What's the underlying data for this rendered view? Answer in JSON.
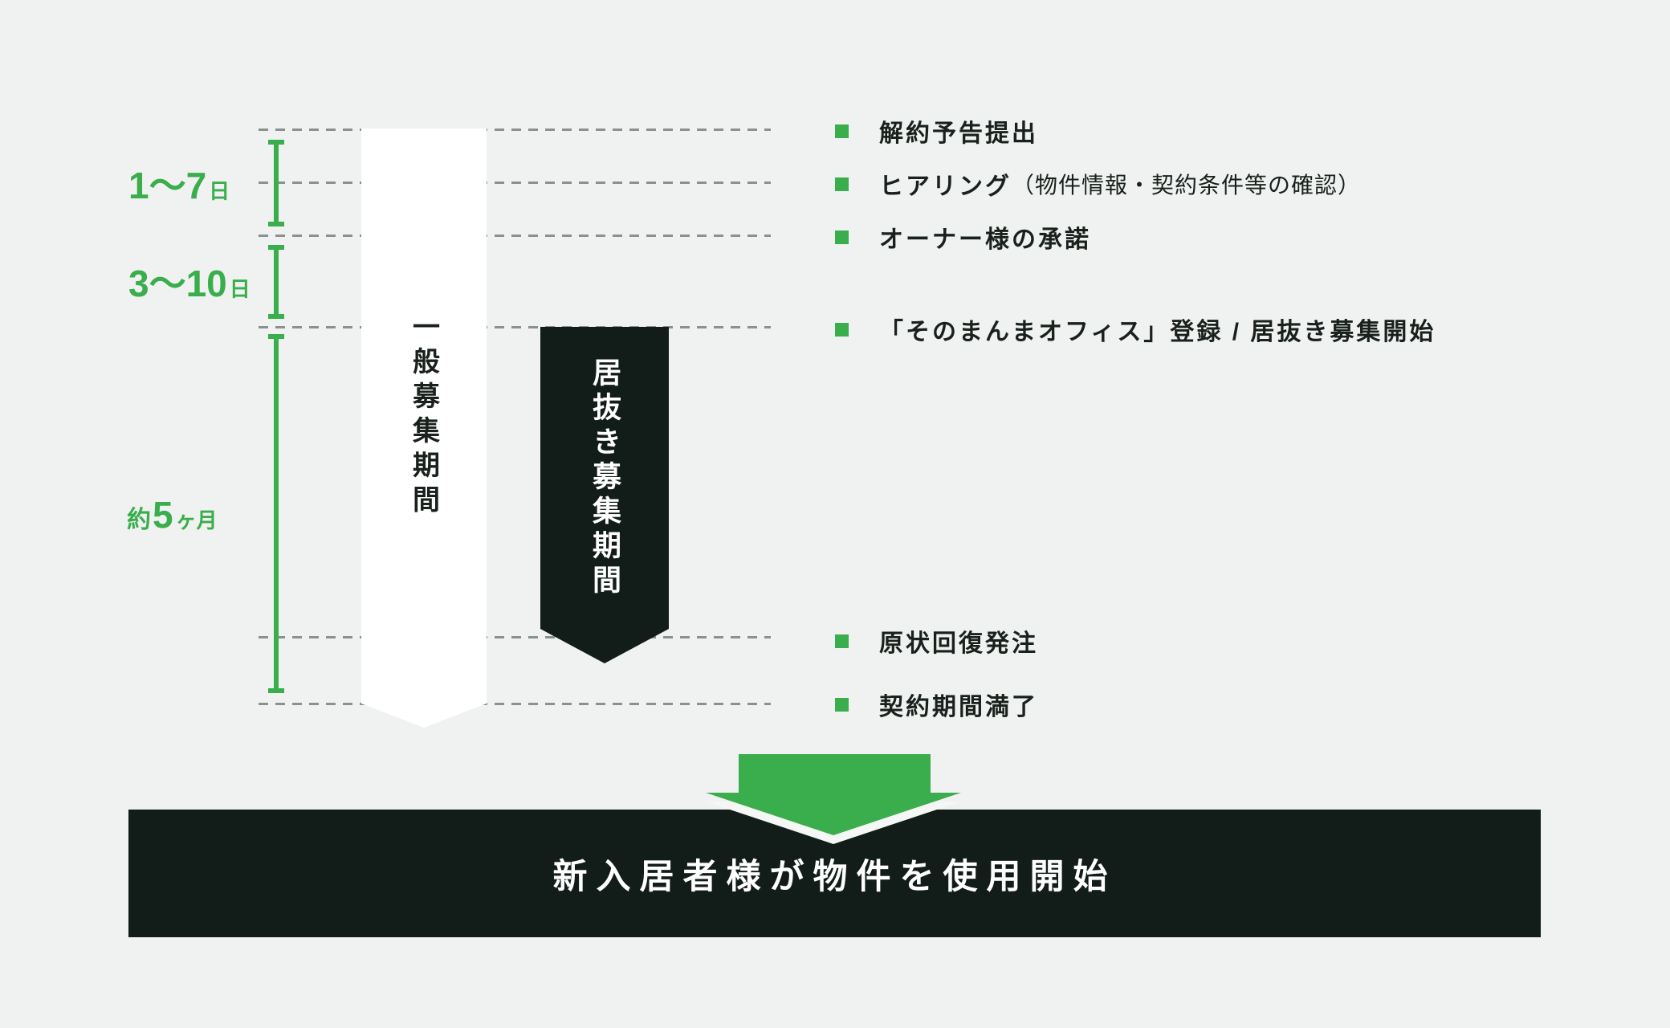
{
  "colors": {
    "background": "#eff2f0",
    "accent_green": "#3aad4c",
    "dark": "#121c18",
    "text_dark": "#1a211d",
    "dash_gray": "#8b918f",
    "white": "#ffffff"
  },
  "timeline": {
    "durations": [
      {
        "prefix": "",
        "value": "1〜7",
        "unit": "日"
      },
      {
        "prefix": "",
        "value": "3〜10",
        "unit": "日"
      },
      {
        "prefix": "約",
        "value": "5",
        "unit": "ヶ月"
      }
    ],
    "banners": {
      "general": "一般募集期間",
      "inuki": "居抜き募集期間"
    },
    "milestones": [
      {
        "label": "解約予告提出",
        "note": ""
      },
      {
        "label": "ヒアリング",
        "note": "（物件情報・契約条件等の確認）"
      },
      {
        "label": "オーナー様の承諾",
        "note": ""
      },
      {
        "label": "「そのまんまオフィス」登録 / 居抜き募集開始",
        "note": ""
      },
      {
        "label": "原状回復発注",
        "note": ""
      },
      {
        "label": "契約期間満了",
        "note": ""
      }
    ]
  },
  "footer": {
    "label": "新入居者様が物件を使用開始"
  }
}
